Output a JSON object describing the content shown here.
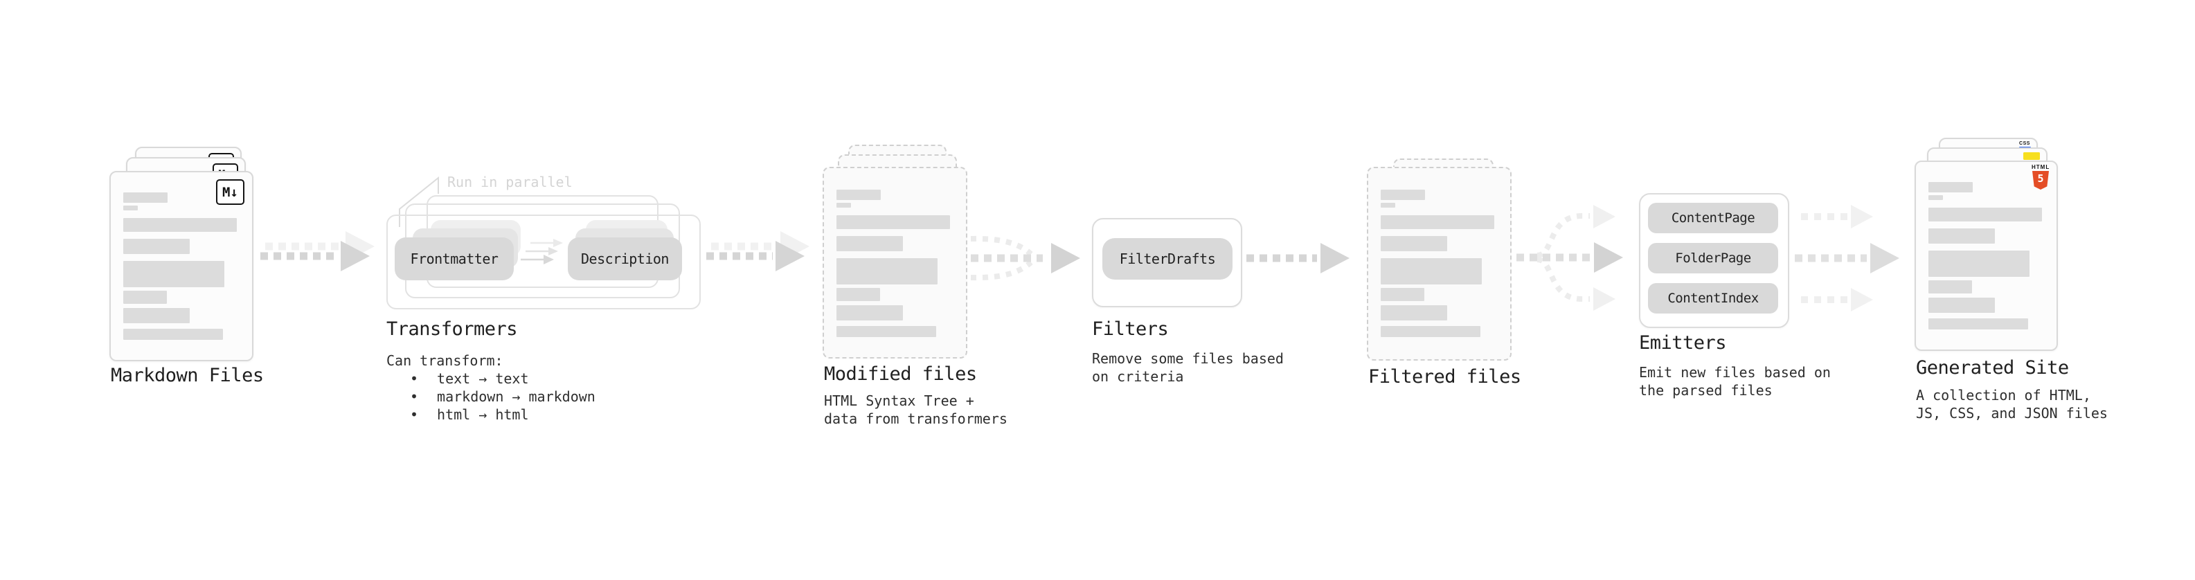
{
  "colors": {
    "arrow": "#d5d5d5",
    "arrow_faint": "#f0f0f0",
    "card_border": "#d9d9d9",
    "content_bar": "#dcdcdc",
    "chip_bg": "#d9d9d9",
    "heading_text": "#1f1f1f",
    "body_text": "#2e2e2e",
    "annotation_text": "#d4d4d4",
    "html5_orange": "#e44d26",
    "js_yellow": "#f7df1e",
    "css_blue": "#2c65f1"
  },
  "stages": {
    "markdown_files": {
      "heading": "Markdown Files",
      "badge": "M↓"
    },
    "transformers": {
      "annotation": "Run in parallel",
      "chips": [
        "Frontmatter",
        "Description"
      ],
      "heading": "Transformers",
      "description_title": "Can transform:",
      "bullet": "•",
      "bullets": [
        "text → text",
        "markdown → markdown",
        "html → html"
      ]
    },
    "modified_files": {
      "heading": "Modified files",
      "description": [
        "HTML Syntax Tree +",
        "data from transformers"
      ]
    },
    "filters": {
      "chip": "FilterDrafts",
      "heading": "Filters",
      "description": [
        "Remove some files based",
        "on criteria"
      ]
    },
    "filtered_files": {
      "heading": "Filtered files"
    },
    "emitters": {
      "chips": [
        "ContentPage",
        "FolderPage",
        "ContentIndex"
      ],
      "heading": "Emitters",
      "description": [
        "Emit new files based on",
        "the parsed files"
      ]
    },
    "generated_site": {
      "heading": "Generated Site",
      "description": [
        "A collection of HTML,",
        "JS, CSS, and JSON files"
      ],
      "badges": {
        "html_label": "HTML",
        "html_number": "5",
        "css_label": "CSS"
      }
    }
  }
}
